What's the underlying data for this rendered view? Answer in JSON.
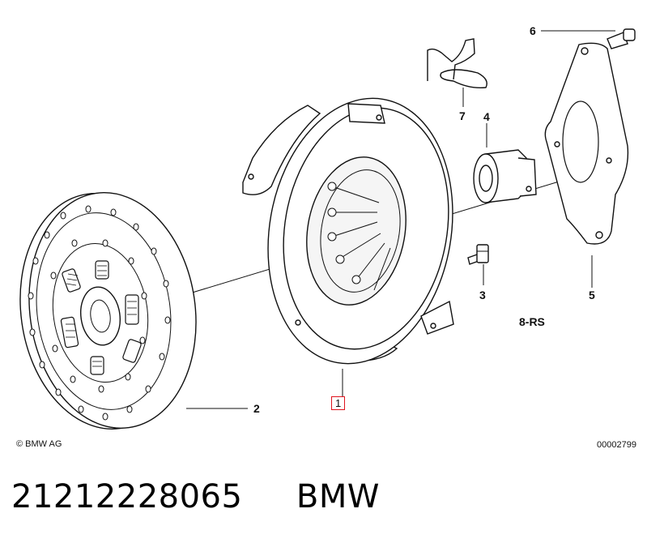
{
  "diagram": {
    "callouts": {
      "p1": "1",
      "p2": "2",
      "p3": "3",
      "p4": "4",
      "p5": "5",
      "p6": "6",
      "p7": "7",
      "variant": "8-RS"
    },
    "copyright": "© BMW AG",
    "drawing_number": "00002799",
    "highlight_color": "#e0141e"
  },
  "caption": {
    "part_number": "21212228065",
    "brand": "BMW"
  }
}
